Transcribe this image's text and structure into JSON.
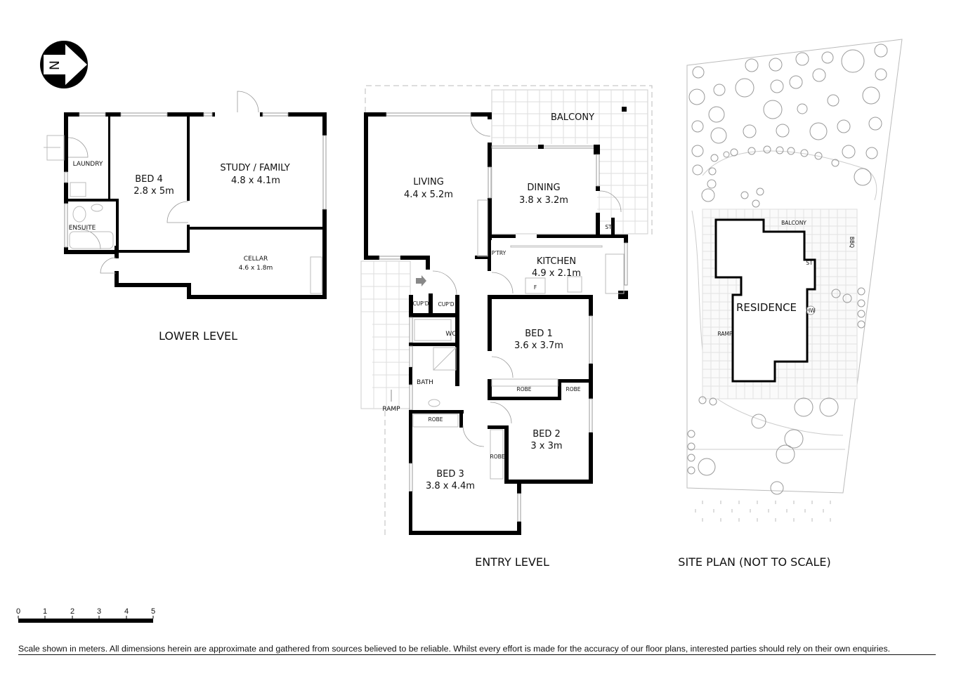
{
  "compass": {
    "letter": "N",
    "icon": "north-arrow-icon"
  },
  "lower_level": {
    "title": "LOWER LEVEL",
    "rooms": [
      {
        "name": "LAUNDRY",
        "dims": ""
      },
      {
        "name": "ENSUITE",
        "dims": ""
      },
      {
        "name": "BED 4",
        "dims": "2.8 x 5m"
      },
      {
        "name": "STUDY / FAMILY",
        "dims": "4.8 x 4.1m"
      },
      {
        "name": "CELLAR",
        "dims": "4.6 x 1.8m"
      }
    ]
  },
  "entry_level": {
    "title": "ENTRY LEVEL",
    "rooms": [
      {
        "name": "LIVING",
        "dims": "4.4 x 5.2m"
      },
      {
        "name": "DINING",
        "dims": "3.8 x 3.2m"
      },
      {
        "name": "BALCONY",
        "dims": ""
      },
      {
        "name": "KITCHEN",
        "dims": "4.9 x 2.1m"
      },
      {
        "name": "BED 1",
        "dims": "3.6 x 3.7m"
      },
      {
        "name": "BED 2",
        "dims": "3 x 3m"
      },
      {
        "name": "BED 3",
        "dims": "3.8 x 4.4m"
      },
      {
        "name": "WC",
        "dims": ""
      },
      {
        "name": "BATH",
        "dims": ""
      }
    ],
    "small_labels": {
      "st": "ST",
      "ptry": "P'TRY",
      "fridge": "F",
      "cupd_1": "CUP'D",
      "cupd_2": "CUP'D",
      "robe_bed1": "ROBE",
      "robe_bed2": "ROBE",
      "robe_bed3_top": "ROBE",
      "robe_bed3_side": "ROBE",
      "ramp": "RAMP"
    }
  },
  "site_plan": {
    "title": "SITE PLAN (NOT TO SCALE)",
    "labels": {
      "residence": "RESIDENCE",
      "balcony": "BALCONY",
      "bbq": "BBQ",
      "st": "ST",
      "hw": "HW",
      "ramp": "RAMP"
    }
  },
  "scale_bar": {
    "ticks": [
      "0",
      "1",
      "2",
      "3",
      "4",
      "5"
    ],
    "unit": "meters"
  },
  "disclaimer": "Scale shown in meters. All dimensions herein are approximate and gathered from sources believed to be  reliable. Whilst every effort is made for the accuracy of our floor plans, interested parties should rely on their own enquiries."
}
